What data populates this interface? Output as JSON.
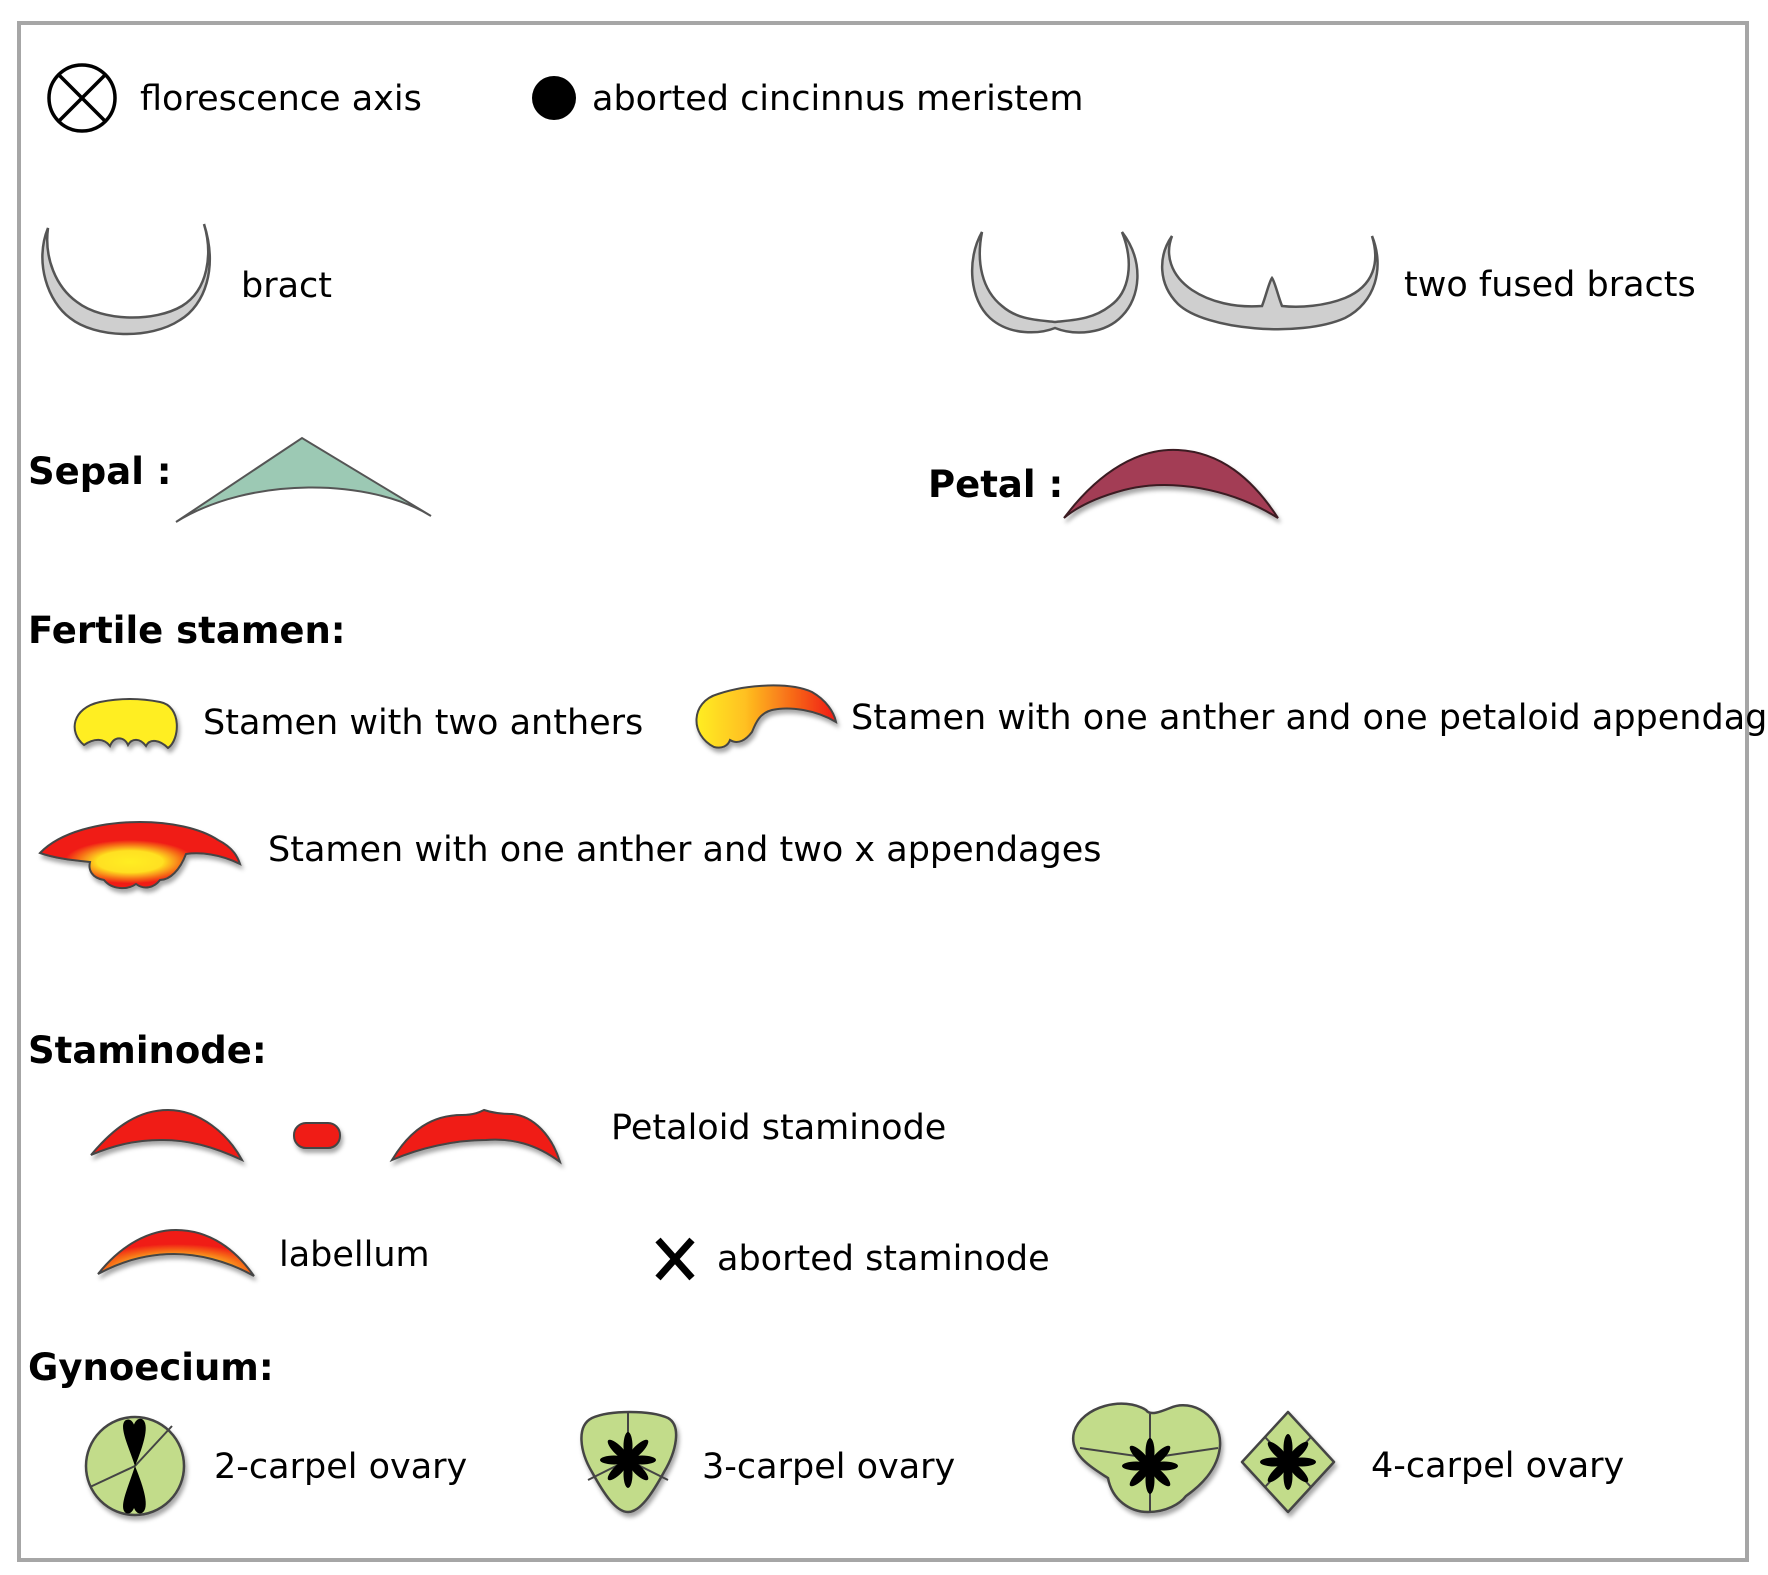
{
  "symbols": {
    "florescence_axis": "florescence axis",
    "aborted_meristem": "aborted cincinnus meristem",
    "bract": "bract",
    "two_fused_bracts": "two fused bracts"
  },
  "sections": {
    "sepal": "Sepal",
    "petal": "Petal",
    "fertile_stamen": "Fertile stamen:",
    "staminode": "Staminode:",
    "gynoecium": "Gynoecium:"
  },
  "stamens": {
    "two_anthers": "Stamen with two anthers",
    "one_anther_one_appendage": "Stamen with one anther and one petaloid appendage",
    "one_anther_two_appendages": "Stamen with one anther and two x appendages"
  },
  "staminodes": {
    "petaloid": "Petaloid staminode",
    "labellum": "labellum",
    "aborted": "aborted staminode"
  },
  "ovaries": {
    "two_carpel": "2-carpel ovary",
    "three_carpel": "3-carpel ovary",
    "four_carpel": "4-carpel ovary"
  },
  "colors": {
    "bract_fill": "#cfcfcf",
    "sepal_fill": "#9cc9b4",
    "petal_fill": "#a33d54",
    "stamen_yellow": "#ffee22",
    "stamen_red": "#f01a12",
    "ovary_green": "#c2dc8a"
  }
}
